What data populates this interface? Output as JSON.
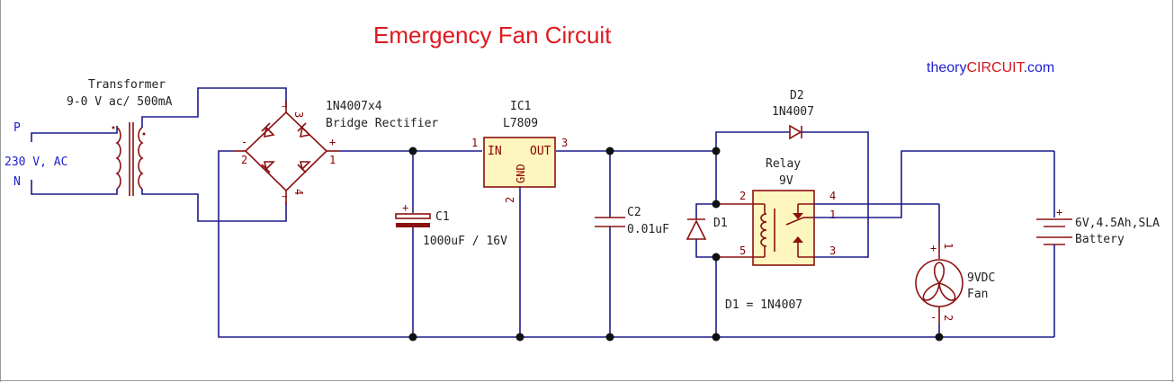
{
  "title": "Emergency Fan Circuit",
  "brand": {
    "part1": "theory",
    "part2": "CIRCUIT",
    "part3": ".com"
  },
  "ac_input": {
    "p_label": "P",
    "voltage": "230 V, AC",
    "n_label": "N"
  },
  "transformer": {
    "label": "Transformer",
    "rating": "9-0 V ac/ 500mA"
  },
  "bridge": {
    "part": "1N4007x4",
    "name": "Bridge Rectifier",
    "pins": {
      "p1": "1",
      "p2": "2",
      "p3": "3",
      "p4": "4"
    },
    "plus": "+",
    "minus": "-",
    "tilde": "~"
  },
  "regulator": {
    "ref": "IC1",
    "part": "L7809",
    "in_label": "IN",
    "out_label": "OUT",
    "gnd_label": "GND",
    "pin_in": "1",
    "pin_out": "3",
    "pin_gnd": "2"
  },
  "c1": {
    "ref": "C1",
    "value": "1000uF / 16V",
    "plus": "+"
  },
  "c2": {
    "ref": "C2",
    "value": "0.01uF"
  },
  "d1": {
    "ref": "D1",
    "note": "D1 = 1N4007"
  },
  "d2": {
    "ref": "D2",
    "part": "1N4007"
  },
  "relay": {
    "label": "Relay",
    "voltage": "9V",
    "pins": {
      "p1": "1",
      "p2": "2",
      "p3": "3",
      "p4": "4",
      "p5": "5"
    }
  },
  "fan": {
    "label": "9VDC",
    "name": "Fan",
    "pin1": "1",
    "pin2": "2",
    "plus": "+",
    "minus": "-"
  },
  "battery": {
    "label": "6V,4.5Ah,SLA",
    "name": "Battery",
    "plus": "+"
  }
}
